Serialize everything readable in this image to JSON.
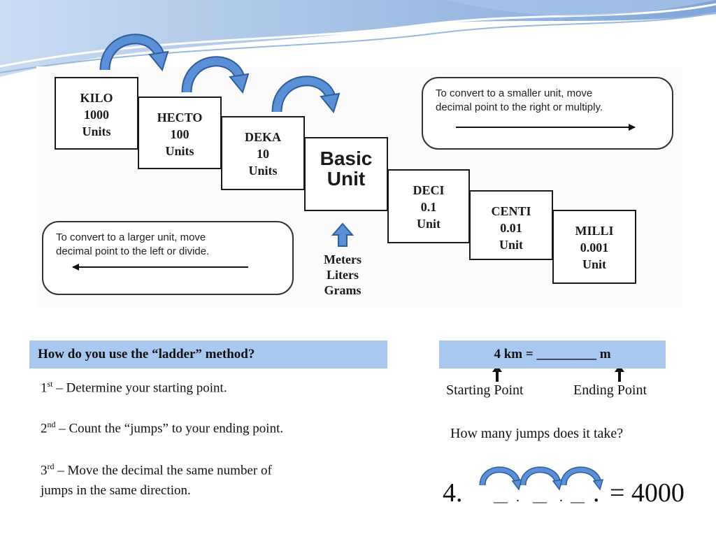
{
  "diagram": {
    "steps": [
      {
        "name": "KILO",
        "value": "1000",
        "unit": "Units"
      },
      {
        "name": "HECTO",
        "value": "100",
        "unit": "Units"
      },
      {
        "name": "DEKA",
        "value": "10",
        "unit": "Units"
      },
      {
        "name": "DECI",
        "value": "0.1",
        "unit": "Unit"
      },
      {
        "name": "CENTI",
        "value": "0.01",
        "unit": "Unit"
      },
      {
        "name": "MILLI",
        "value": "0.001",
        "unit": "Unit"
      }
    ],
    "basic": {
      "line1": "Basic",
      "line2": "Unit"
    },
    "base_units": [
      "Meters",
      "Liters",
      "Grams"
    ],
    "rule_smaller": {
      "line1": "To convert to a smaller unit, move",
      "line2": "decimal  point to the right or multiply."
    },
    "rule_larger": {
      "line1": "To convert to a larger unit, move",
      "line2": "decimal  point to the left or divide."
    }
  },
  "method": {
    "question": "How do you use the “ladder” method?",
    "steps": [
      {
        "ord": "1",
        "sup": "st",
        "text": " – Determine your starting point."
      },
      {
        "ord": "2",
        "sup": "nd",
        "text": " – Count the “jumps” to your ending point."
      },
      {
        "ord": "3",
        "sup": "rd",
        "line1": " – Move the decimal the same number of",
        "line2": "jumps in the same direction."
      }
    ]
  },
  "example": {
    "problem": "4 km = _________ m",
    "starting_label": "Starting Point",
    "ending_label": "Ending Point",
    "question": "How many jumps does it take?",
    "start_digit": "4.",
    "blank": "__",
    "dot": ".",
    "result": "= 4000"
  },
  "colors": {
    "header_bar": "#a9c8f0",
    "arrow_fill": "#5b8fd6",
    "arrow_stroke": "#2c5f9e"
  }
}
